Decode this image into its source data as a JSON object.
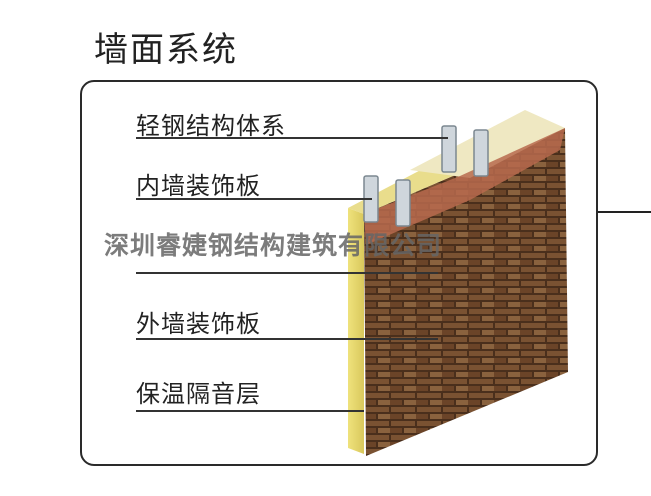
{
  "title": "墙面系统",
  "labels": {
    "light_steel": "轻钢结构体系",
    "interior_board": "内墙装饰板",
    "exterior_board": "外墙装饰板",
    "insulation": "保温隔音层"
  },
  "watermark": "深圳睿婕钢结构建筑有限公司",
  "colors": {
    "brick": "#5a3a22",
    "insulation": "#e6d86e",
    "interior_board": "#e8ddb0",
    "steel": "#c9d0d6"
  }
}
